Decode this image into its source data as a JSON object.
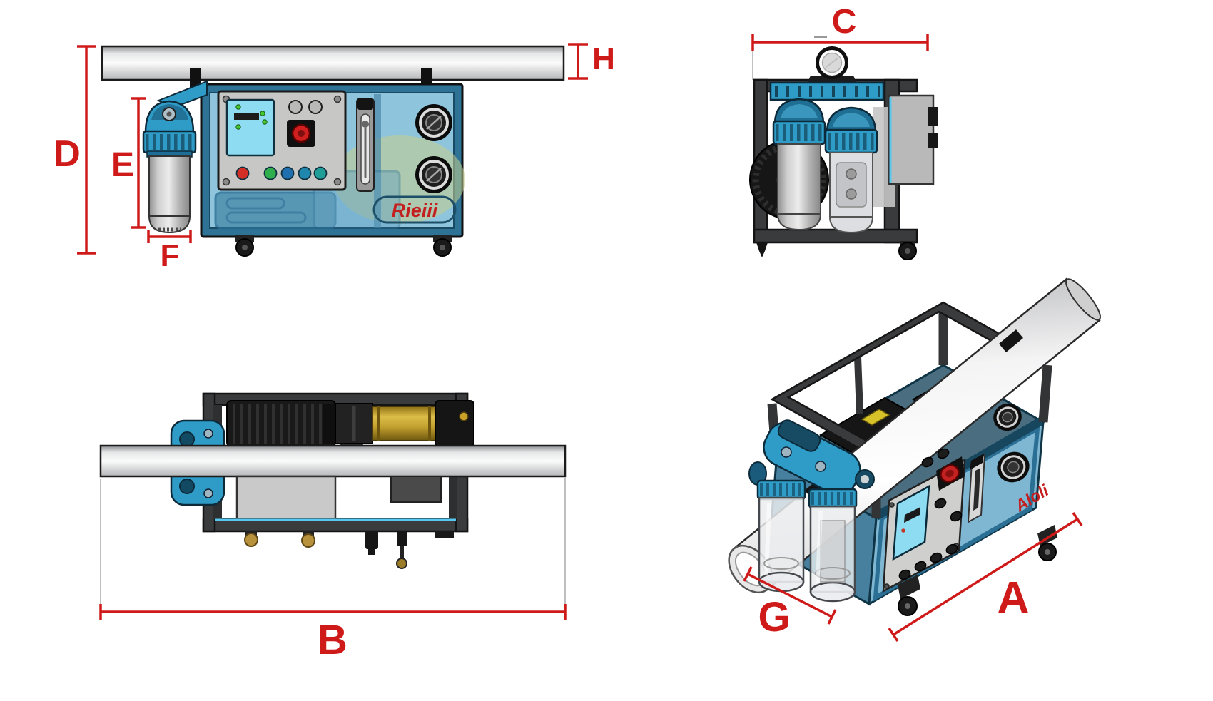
{
  "dimensions": {
    "color": "#cf1a1a",
    "labels": {
      "A": "A",
      "B": "B",
      "C": "C",
      "D": "D",
      "E": "E",
      "F": "F",
      "G": "G",
      "H": "H"
    }
  },
  "branding": {
    "front_logo": "Rieiii",
    "iso_logo": "Aloli",
    "logo_color": "#c41f1f"
  },
  "colors": {
    "background": "#ffffff",
    "body_blue_light": "#8ec4dc",
    "body_blue_mid": "#7fb7d3",
    "body_teal_dark": "#2b6f94",
    "cap_blue": "#2f9cc8",
    "frame_dark": "#3a3b3d",
    "outline": "#141414",
    "panel_gray": "#c7c7c5",
    "screen_blue": "#8edcf2",
    "gold": "#c3a02e",
    "silver": "#bcbcbc",
    "pipe_white": "#fbfbfb"
  }
}
